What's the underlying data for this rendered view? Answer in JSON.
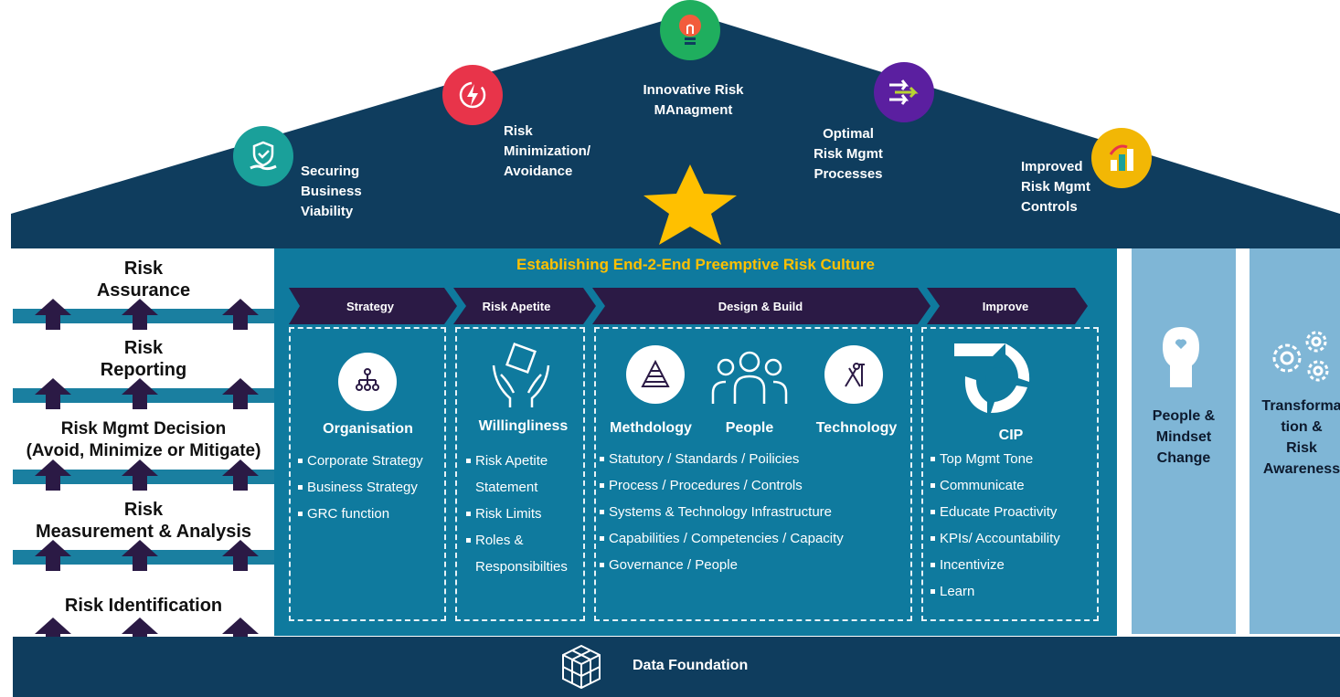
{
  "roof": {
    "pillars": [
      {
        "label": "Securing Business Viability",
        "lines": [
          "Securing",
          "Business",
          "Viability"
        ],
        "icon": "hand-shield-icon",
        "color": "#1aa09a"
      },
      {
        "label": "Risk Minimization/ Avoidance",
        "lines": [
          "Risk",
          "Minimization/",
          "Avoidance"
        ],
        "icon": "lightning-icon",
        "color": "#e8344a"
      },
      {
        "label": "Innovative Risk MAnagment",
        "lines": [
          "Innovative Risk",
          "MAnagment"
        ],
        "icon": "lightbulb-icon",
        "color": "#1fae5e"
      },
      {
        "label": "Optimal Risk Mgmt Processes",
        "lines": [
          "Optimal",
          "Risk Mgmt",
          "Processes"
        ],
        "icon": "arrows-icon",
        "color": "#5b1fa0"
      },
      {
        "label": "Improved Risk Mgmt Controls",
        "lines": [
          "Improved",
          "Risk Mgmt",
          "Controls"
        ],
        "icon": "growth-chart-icon",
        "color": "#f2b705"
      }
    ],
    "star_color": "#ffc000"
  },
  "ladder": {
    "levels": [
      [
        "Risk",
        "Assurance"
      ],
      [
        "Risk",
        "Reporting"
      ],
      [
        "Risk Mgmt Decision",
        "(Avoid, Minimize or Mitigate)"
      ],
      [
        "Risk",
        "Measurement & Analysis"
      ],
      [
        "Risk Identification"
      ]
    ]
  },
  "panel": {
    "title": "Establishing End-2-End Preemptive Risk Culture",
    "stages": [
      "Strategy",
      "Risk Apetite",
      "Design & Build",
      "Improve"
    ],
    "columns": {
      "strategy": {
        "title": "Organisation",
        "icon": "org-chart-icon",
        "bullets": [
          "Corporate Strategy",
          "Business Strategy",
          "GRC function"
        ]
      },
      "apetite": {
        "title": "Willingliness",
        "icon": "hands-box-icon",
        "bullets": [
          "Risk Apetite Statement",
          "Risk Limits",
          "Roles & Responsibilties"
        ]
      },
      "design": {
        "titles": [
          "Methdology",
          "People",
          "Technology"
        ],
        "icons": [
          "pyramid-icon",
          "people-icon",
          "tools-icon"
        ],
        "bullets": [
          "Statutory / Standards / Poilicies",
          "Process / Procedures / Controls",
          "Systems & Technology  Infrastructure",
          "Capabilities / Competencies / Capacity",
          "Governance / People"
        ]
      },
      "improve": {
        "title": "CIP",
        "icon": "cycle-icon",
        "bullets": [
          "Top Mgmt Tone",
          "Communicate",
          "Educate Proactivity",
          "KPIs/ Accountability",
          "Incentivize",
          "Learn"
        ]
      }
    }
  },
  "side": {
    "people": {
      "lines": [
        "People &",
        "Mindset",
        "Change"
      ],
      "icon": "head-heart-icon"
    },
    "transform": {
      "lines": [
        "Transforma",
        "tion &",
        "Risk",
        "Awareness"
      ],
      "icon": "gears-icon"
    }
  },
  "footer": {
    "label": "Data Foundation",
    "icon": "cubes-icon"
  },
  "colors": {
    "roof": "#0f3d5e",
    "panel": "#0f7a9e",
    "chevron": "#2b1a45",
    "side": "#7fb6d6",
    "accent": "#ffc000"
  }
}
